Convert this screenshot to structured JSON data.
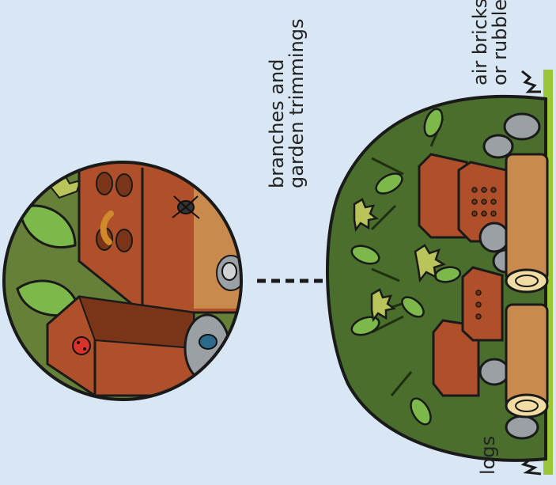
{
  "labels": {
    "branches": "branches and\ngarden trimmings",
    "air_bricks": "air bricks\nor rubble",
    "logs": "logs"
  },
  "colors": {
    "background": "#d8e7f3",
    "outline": "#1a1a1a",
    "foliage_dark": "#4a6e2c",
    "leaf_green": "#7db84a",
    "leaf_yellow": "#b9c55a",
    "brick": "#b0502a",
    "brick_dark": "#7a3518",
    "wood": "#c98a4e",
    "wood_end": "#f1dca3",
    "stone": "#9aa0a4",
    "grass": "#9bc63b"
  },
  "icons": {
    "arrow": "dashed-arrow-icon",
    "ladybird": "ladybird-icon",
    "spider": "spider-icon",
    "centipede": "centipede-icon",
    "beetle": "beetle-icon",
    "woodlouse": "woodlouse-icon"
  }
}
